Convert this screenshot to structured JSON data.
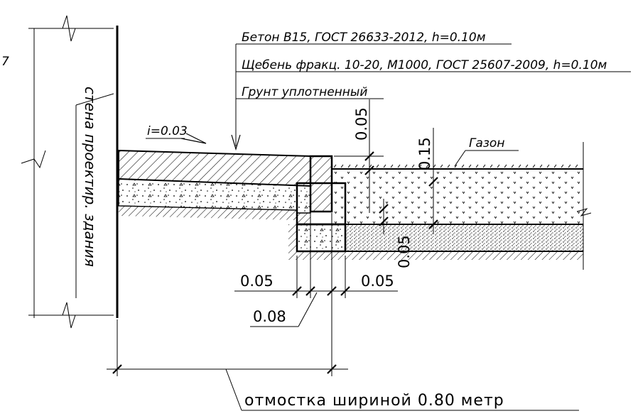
{
  "labels": {
    "elevation_fragment": "7",
    "concrete_layer": "Бетон B15, ГОСТ 26633-2012, h=0.10м",
    "gravel_layer": "Щебень фракц. 10-20, М1000, ГОСТ 25607-2009, h=0.10м",
    "soil_layer": "Грунт уплотненный",
    "slope": "i=0.03",
    "lawn": "Газон",
    "wall": "стена проектир. здания",
    "dim_top_005": "0.05",
    "dim_015": "0.15",
    "dim_bottom_005": "0.05",
    "dim_left_005": "0.05",
    "dim_right_005": "0.05",
    "dim_008": "0.08",
    "blind_area": "отмостка шириной 0.80 метр"
  },
  "colors": {
    "line": "#000000",
    "background": "#ffffff"
  }
}
